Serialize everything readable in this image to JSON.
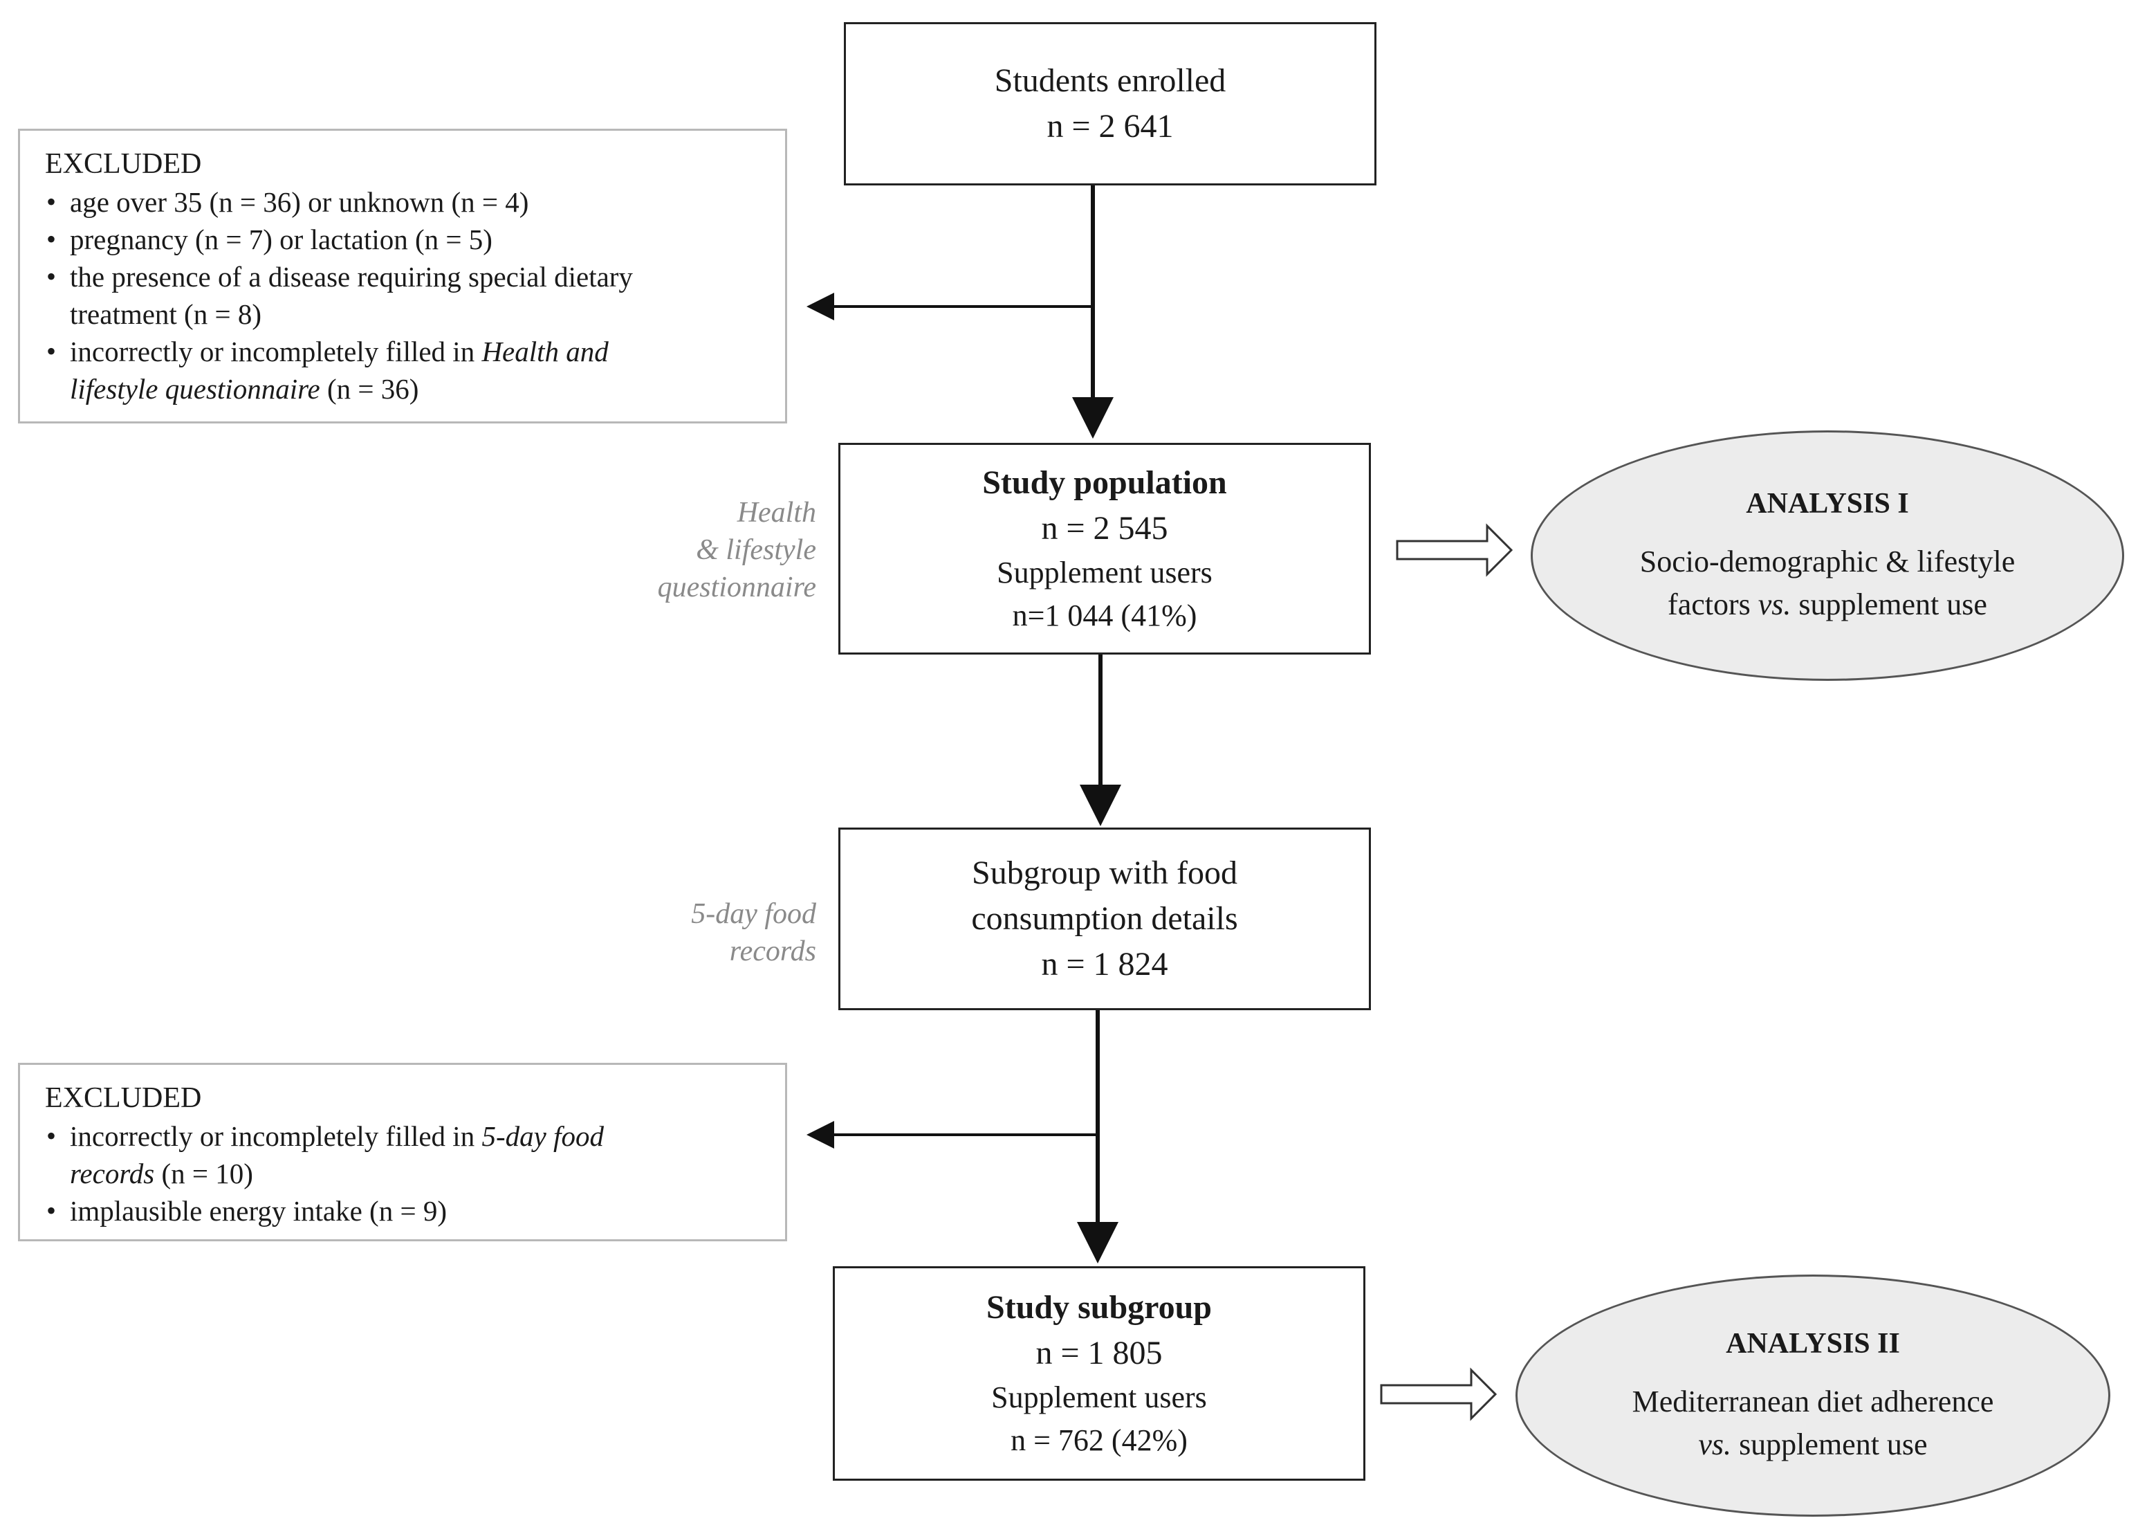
{
  "enrolled": {
    "title": "Students enrolled",
    "n": "n = 2 641"
  },
  "excluded_1": {
    "title": "EXCLUDED",
    "items": [
      {
        "text": "age over 35 (n = 36) or unknown (n = 4)"
      },
      {
        "text": "pregnancy (n = 7) or lactation (n = 5)"
      },
      {
        "line1": "the presence of a disease requiring special dietary",
        "line2": "treatment (n = 8)"
      },
      {
        "pre": "incorrectly or incompletely filled in ",
        "italic1": "Health and",
        "italic2": "lifestyle  questionnaire",
        "post": " (n = 36)"
      }
    ]
  },
  "population": {
    "title": "Study population",
    "n": "n = 2 545",
    "users_label": "Supplement users",
    "users_n": "n=1 044 (41%)",
    "note_line1": "Health",
    "note_line2": "& lifestyle",
    "note_line3": "questionnaire"
  },
  "analysis_1": {
    "title": "ANALYSIS  I",
    "line1": "Socio-demographic & lifestyle",
    "line2_pre": "factors ",
    "line2_italic": "vs.",
    "line2_post": " supplement use"
  },
  "food_subgroup": {
    "line1": "Subgroup with food",
    "line2": "consumption details",
    "n": "n = 1 824",
    "note_line1": "5-day food",
    "note_line2": "records"
  },
  "excluded_2": {
    "title": "EXCLUDED",
    "items": [
      {
        "pre": "incorrectly or incompletely filled in ",
        "italic1": "5-day food",
        "italic2": "records",
        "post": " (n = 10)"
      },
      {
        "text": "implausible energy intake (n = 9)"
      }
    ]
  },
  "subgroup": {
    "title": "Study subgroup",
    "n": "n = 1 805",
    "users_label": "Supplement users",
    "users_n": "n = 762 (42%)"
  },
  "analysis_2": {
    "title": "ANALYSIS  II",
    "line1": "Mediterranean diet adherence",
    "line2_italic": "vs.",
    "line2_post": " supplement use"
  }
}
